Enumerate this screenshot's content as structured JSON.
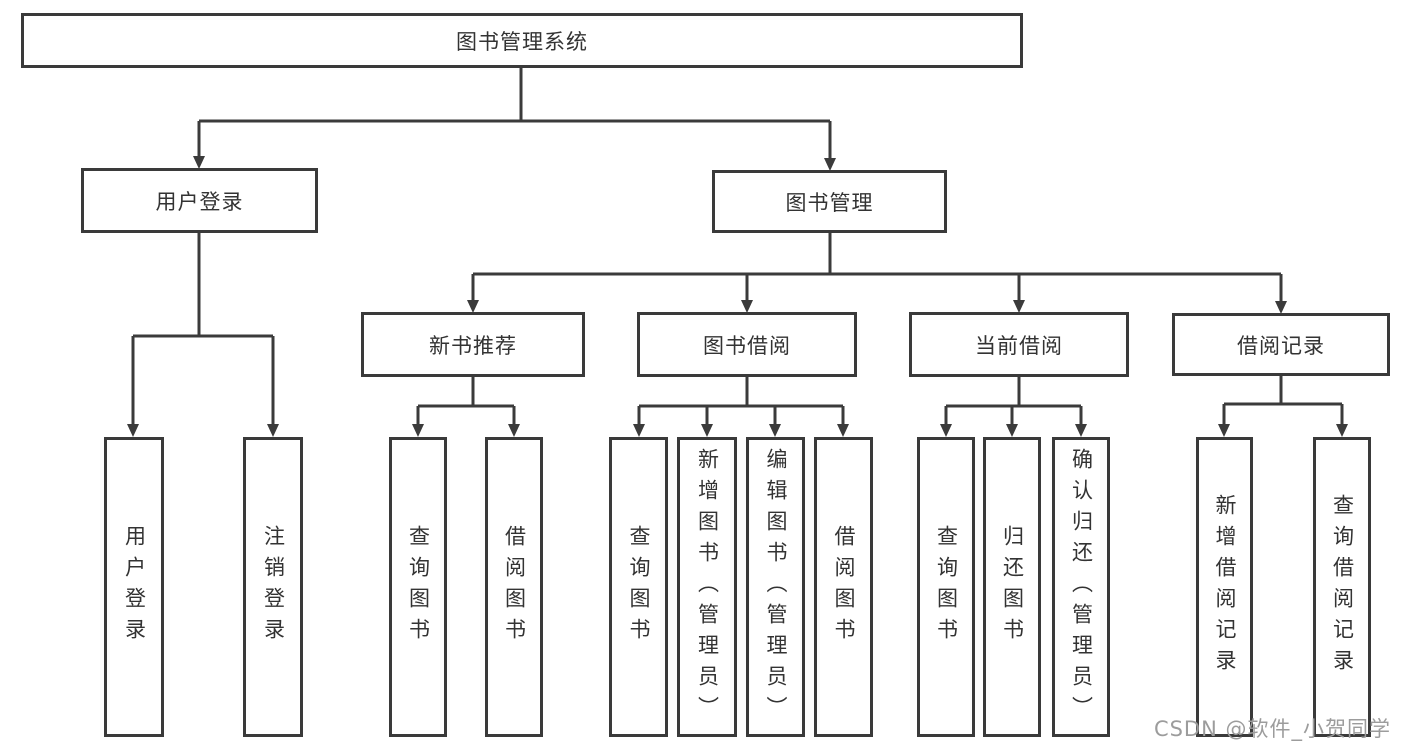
{
  "tree": {
    "label": "图书管理系统",
    "children": [
      {
        "label": "用户登录",
        "children": [
          {
            "label": "用户登录"
          },
          {
            "label": "注销登录"
          }
        ]
      },
      {
        "label": "图书管理",
        "children": [
          {
            "label": "新书推荐",
            "children": [
              {
                "label": "查询图书"
              },
              {
                "label": "借阅图书"
              }
            ]
          },
          {
            "label": "图书借阅",
            "children": [
              {
                "label": "查询图书"
              },
              {
                "label": "新增图书（管理员）"
              },
              {
                "label": "编辑图书（管理员）"
              },
              {
                "label": "借阅图书"
              }
            ]
          },
          {
            "label": "当前借阅",
            "children": [
              {
                "label": "查询图书"
              },
              {
                "label": "归还图书"
              },
              {
                "label": "确认归还（管理员）"
              }
            ]
          },
          {
            "label": "借阅记录",
            "children": [
              {
                "label": "新增借阅记录"
              },
              {
                "label": "查询借阅记录"
              }
            ]
          }
        ]
      }
    ]
  },
  "watermark": "CSDN @软件_小贺同学",
  "colors": {
    "line": "#3b3b3b",
    "text": "#333333",
    "box_background": "#ffffff",
    "page_background": "#ffffff",
    "watermark": "#9c9c9c"
  }
}
